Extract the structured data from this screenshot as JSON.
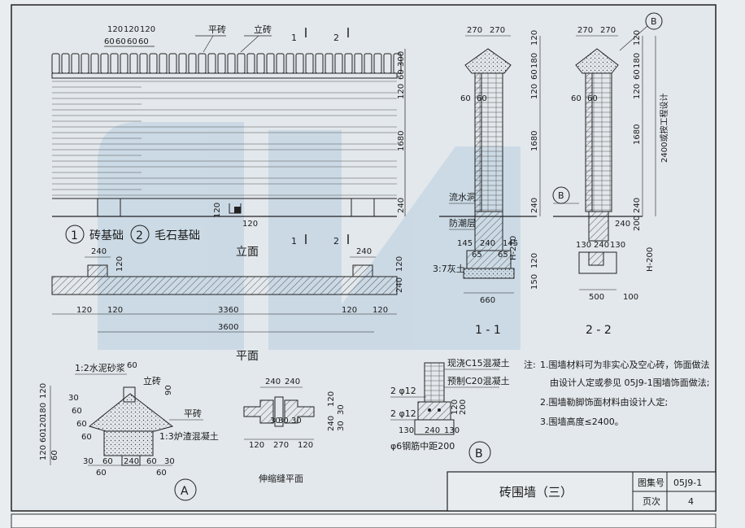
{
  "elevation": {
    "top_dims": [
      "120",
      "120",
      "120",
      "60",
      "60",
      "60",
      "60"
    ],
    "flat_brick": "平砖",
    "vertical_brick": "立砖",
    "sec1": "1",
    "sec2": "2",
    "right_dims": [
      "300",
      "60",
      "120",
      "1680",
      "240"
    ],
    "step_dims": [
      "120",
      "120"
    ],
    "legend1_num": "1",
    "legend1": "砖基础",
    "legend2_num": "2",
    "legend2": "毛石基础",
    "title": "立面"
  },
  "plan": {
    "dim_top_left": "240",
    "dim_top_right": "240",
    "dim_left_120": "120",
    "right_dims": [
      "120",
      "240"
    ],
    "bottom_dims": [
      "120",
      "120",
      "3360",
      "120",
      "120"
    ],
    "total": "3600",
    "title": "平面"
  },
  "section11": {
    "top_dims": [
      "270",
      "270"
    ],
    "right_dims": [
      "120",
      "180",
      "60",
      "120",
      "1680",
      "240"
    ],
    "side_dim": "60",
    "side_dim2": "60",
    "drip_label": "流水洞",
    "dpc_label": "防潮层",
    "lime_label": "3:7灰土",
    "base_dims": [
      "145",
      "240",
      "145"
    ],
    "h_dim": "H-270",
    "foot_dims": [
      "65",
      "65"
    ],
    "low_dims": [
      "120",
      "150"
    ],
    "width": "660",
    "title": "1 - 1"
  },
  "section22": {
    "top_dims": [
      "270",
      "270"
    ],
    "callout_b": "B",
    "callout_b2": "B",
    "right_dims": [
      "120",
      "180",
      "60",
      "120",
      "1680",
      "240"
    ],
    "side_dim": "60",
    "side_dim2": "60",
    "height_note": "2400或按工程设计",
    "dims_200": [
      "200",
      "240"
    ],
    "base_dims": [
      "130",
      "240",
      "130"
    ],
    "h_dim": "H-200",
    "width": "500",
    "width2": "100",
    "title": "2 - 2"
  },
  "detailA": {
    "mortar": "1:2水泥砂浆",
    "dim60": "60",
    "vertical": "立砖",
    "dim90": "90",
    "flat": "平砖",
    "concrete": "1:3炉渣混凝土",
    "left_dims": [
      "120",
      "180",
      "120",
      "60",
      "120",
      "60"
    ],
    "slope_dims": [
      "30",
      "60",
      "60",
      "60"
    ],
    "bottom_dims": [
      "30",
      "60",
      "240",
      "60",
      "30"
    ],
    "bottom_dims2": [
      "60",
      "60"
    ],
    "title": "A"
  },
  "joint": {
    "top_dims": [
      "240",
      "240"
    ],
    "mid_dims": [
      "30",
      "30",
      "30"
    ],
    "right_dims": [
      "120",
      "30",
      "240",
      "30"
    ],
    "bottom_dims": [
      "120",
      "270",
      "120"
    ],
    "title": "伸缩缝平面"
  },
  "detailB": {
    "cast": "现浇C15混凝土",
    "precast": "预制C20混凝土",
    "bar1": "2 φ12",
    "bar2": "2 φ12",
    "dims": [
      "130",
      "240",
      "130"
    ],
    "right_dims": [
      "120",
      "200"
    ],
    "rebar": "φ6钢筋中距200",
    "title": "B"
  },
  "notes": {
    "heading": "注:",
    "items": [
      "1.围墙材料可为非实心及空心砖，饰面做法",
      "由设计人定或参见 05J9-1围墙饰面做法;",
      "2.围墙勒脚饰面材料由设计人定;",
      "3.围墙高度≤2400。"
    ]
  },
  "titleblock": {
    "title": "砖围墙（三）",
    "atlas_label": "图集号",
    "atlas_no": "05J9-1",
    "page_label": "页次",
    "page_no": "4"
  },
  "colors": {
    "ink": "#1a1a1a",
    "paper": "#e3e8ec",
    "watermark": "#b8cde0"
  }
}
